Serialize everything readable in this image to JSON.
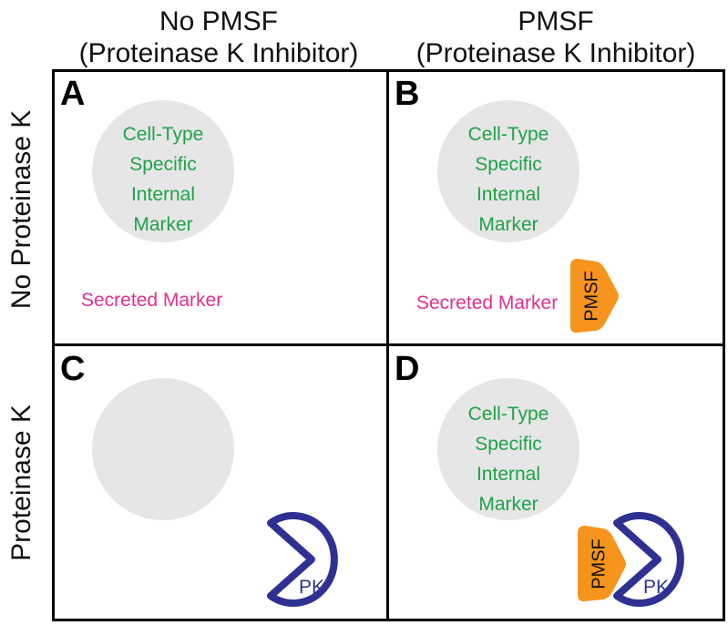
{
  "columns": [
    {
      "line1": "No PMSF",
      "line2": "(Proteinase K Inhibitor)"
    },
    {
      "line1": "PMSF",
      "line2": "(Proteinase K Inhibitor)"
    }
  ],
  "rows": [
    "No Proteinase K",
    "Proteinase K"
  ],
  "panels": {
    "A": {
      "letter": "A",
      "marker": [
        "Cell-Type",
        "Specific",
        "Internal",
        "Marker"
      ],
      "secreted": "Secreted Marker"
    },
    "B": {
      "letter": "B",
      "marker": [
        "Cell-Type",
        "Specific",
        "Internal",
        "Marker"
      ],
      "secreted": "Secreted Marker",
      "inhibitor": "PMSF"
    },
    "C": {
      "letter": "C",
      "enzyme": "PK"
    },
    "D": {
      "letter": "D",
      "marker": [
        "Cell-Type",
        "Specific",
        "Internal",
        "Marker"
      ],
      "inhibitor": "PMSF",
      "enzyme": "PK"
    }
  },
  "colors": {
    "marker_text": "#1fa24a",
    "secreted_text": "#e0308f",
    "enzyme": "#2e3192",
    "inhibitor": "#f7941d",
    "cell": "#e6e6e6"
  },
  "icons": {
    "enzyme": "pacman-enzyme-icon",
    "inhibitor": "pmsf-triangle-icon"
  }
}
